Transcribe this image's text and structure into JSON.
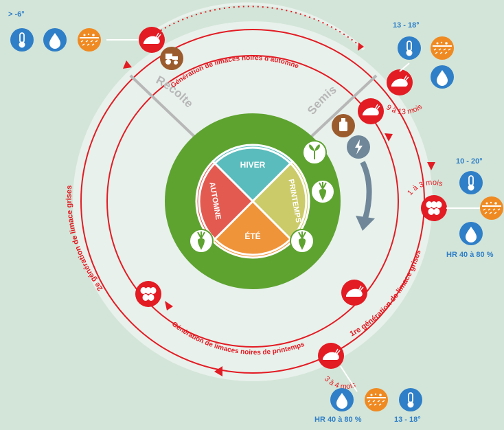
{
  "colors": {
    "background": "#d3e5d8",
    "ring": "#e8f1ec",
    "red": "#e31b23",
    "blue": "#2f7fc8",
    "orange": "#ef8a22",
    "green": "#5ea330",
    "hiver": "#5bbcbd",
    "printemps": "#cccb6a",
    "ete": "#f0943a",
    "automne": "#e35a50",
    "grey": "#b7b7b7",
    "brown": "#9c5b2d"
  },
  "seasons": {
    "hiver": "HIVER",
    "printemps": "PRINTEMPS",
    "ete": "ÉTÉ",
    "automne": "AUTOMNE"
  },
  "labels": {
    "recolte": "Récolte",
    "semis": "Semis",
    "gen_automne": "Génération de limaces noires d'automne",
    "gen_printemps": "Génération de limaces noires de printemps",
    "gen1_grises": "1re génération de limace grises",
    "gen2_grises": "2e génération de limace grises"
  },
  "durations": {
    "d9_13": "9 à 13 mois",
    "d1_3": "1 à 3 mois",
    "d3_4": "3 à 4 mois"
  },
  "conditions": {
    "top_left_temp": "> -6°",
    "top_right_temp": "13 - 18°",
    "right_temp": "10 - 20°",
    "right_humidity": "HR 40 à 80 %",
    "bottom_humidity": "HR 40 à 80 %",
    "bottom_temp": "13 - 18°"
  },
  "icons": {
    "thermometer": "thermometer-icon",
    "water_drop": "water-drop-icon",
    "soil": "soil-icon",
    "slug": "slug-icon",
    "eggs": "eggs-icon",
    "tractor": "tractor-icon",
    "beet": "beet-icon",
    "sprout": "sprout-icon",
    "bottle": "bottle-icon",
    "pellets": "pellets-icon"
  }
}
